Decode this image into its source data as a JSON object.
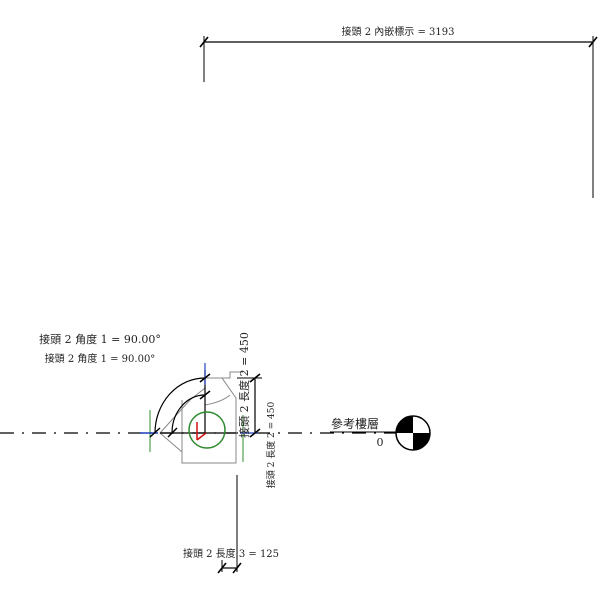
{
  "dimensions": {
    "inset_label": "接頭 2 內嵌標示 = 3193",
    "angle_label_outer": "接頭 2 角度 1 = 90.00°",
    "angle_label_inner": "接頭 2 角度 1 = 90.00°",
    "length2_label": "接頭 2 長度 2 = 450",
    "length2_label_inner": "接頭 2 長度 2 = 450",
    "length3_label": "接頭 2 長度 3 = 125"
  },
  "level": {
    "name": "參考樓層",
    "elevation": "0"
  },
  "colors": {
    "line": "#000000",
    "connector": "#2e8b2e",
    "reference": "#1f3fbf",
    "origin": "#d01010",
    "geometry": "#808080"
  }
}
